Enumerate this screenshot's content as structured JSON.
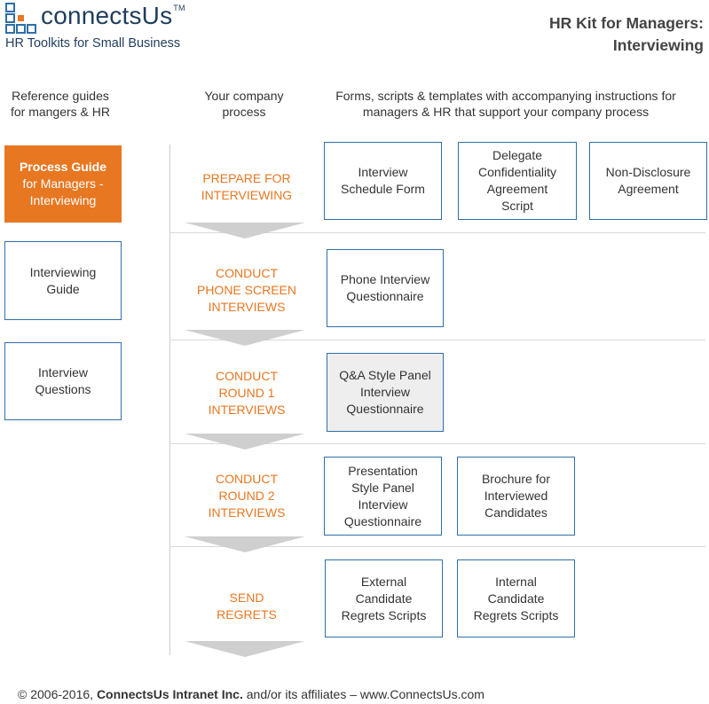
{
  "brand": {
    "name": "connectsUs",
    "trademark": "TM",
    "tagline": "HR Toolkits for Small Business",
    "logo_icon": "squares-logo-icon",
    "accent": "#e87722",
    "box_border": "#2f6fa8"
  },
  "title": {
    "line1": "HR Kit for Managers:",
    "line2": "Interviewing"
  },
  "columns": {
    "reference": [
      "Reference guides",
      "for mangers & HR"
    ],
    "process": [
      "Your company",
      "process"
    ],
    "forms": [
      "Forms, scripts & templates with accompanying instructions for",
      "managers & HR that support your company process"
    ]
  },
  "guides": [
    {
      "lines": [
        "Process Guide",
        "for Managers -",
        "Interviewing"
      ],
      "active": true
    },
    {
      "lines": [
        "Interviewing",
        "Guide"
      ],
      "active": false
    },
    {
      "lines": [
        "Interview",
        "Questions"
      ],
      "active": false
    }
  ],
  "stages": [
    {
      "lines": [
        "PREPARE FOR",
        "INTERVIEWING"
      ]
    },
    {
      "lines": [
        "CONDUCT",
        "PHONE SCREEN",
        "INTERVIEWS"
      ]
    },
    {
      "lines": [
        "CONDUCT",
        "ROUND 1",
        "INTERVIEWS"
      ]
    },
    {
      "lines": [
        "CONDUCT",
        "ROUND 2",
        "INTERVIEWS"
      ]
    },
    {
      "lines": [
        "SEND",
        "REGRETS"
      ]
    }
  ],
  "forms": [
    {
      "lines": [
        "Interview",
        "Schedule Form"
      ]
    },
    {
      "lines": [
        "Delegate",
        "Confidentiality",
        "Agreement",
        "Script"
      ]
    },
    {
      "lines": [
        "Non-Disclosure",
        "Agreement"
      ]
    },
    {
      "lines": [
        "Phone Interview",
        "Questionnaire"
      ]
    },
    {
      "lines": [
        "Q&A Style Panel",
        "Interview",
        "Questionnaire"
      ],
      "highlighted": true
    },
    {
      "lines": [
        "Presentation",
        "Style Panel",
        "Interview",
        "Questionnaire"
      ]
    },
    {
      "lines": [
        "Brochure for",
        "Interviewed",
        "Candidates"
      ]
    },
    {
      "lines": [
        "External",
        "Candidate",
        "Regrets Scripts"
      ]
    },
    {
      "lines": [
        "Internal",
        "Candidate",
        "Regrets Scripts"
      ]
    }
  ],
  "footer": {
    "prefix": "© 2006-2016, ",
    "company": "ConnectsUs Intranet Inc.",
    "suffix": " and/or its affiliates – www.ConnectsUs.com"
  }
}
